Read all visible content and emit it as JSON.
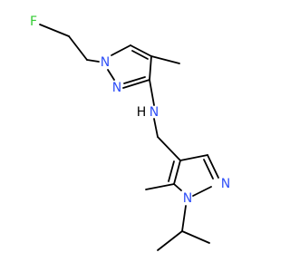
{
  "atoms": {
    "F": {
      "text": "F",
      "color": "#33cc33"
    },
    "N1": {
      "text": "N",
      "color": "#3050f8"
    },
    "N2": {
      "text": "N",
      "color": "#3050f8"
    },
    "NH": {
      "text": "N",
      "color": "#3050f8"
    },
    "H": {
      "text": "H",
      "color": "#000000"
    },
    "N3": {
      "text": "N",
      "color": "#3050f8"
    },
    "N4": {
      "text": "N",
      "color": "#3050f8"
    }
  },
  "colors": {
    "bond": "#000000",
    "background": "#ffffff"
  }
}
